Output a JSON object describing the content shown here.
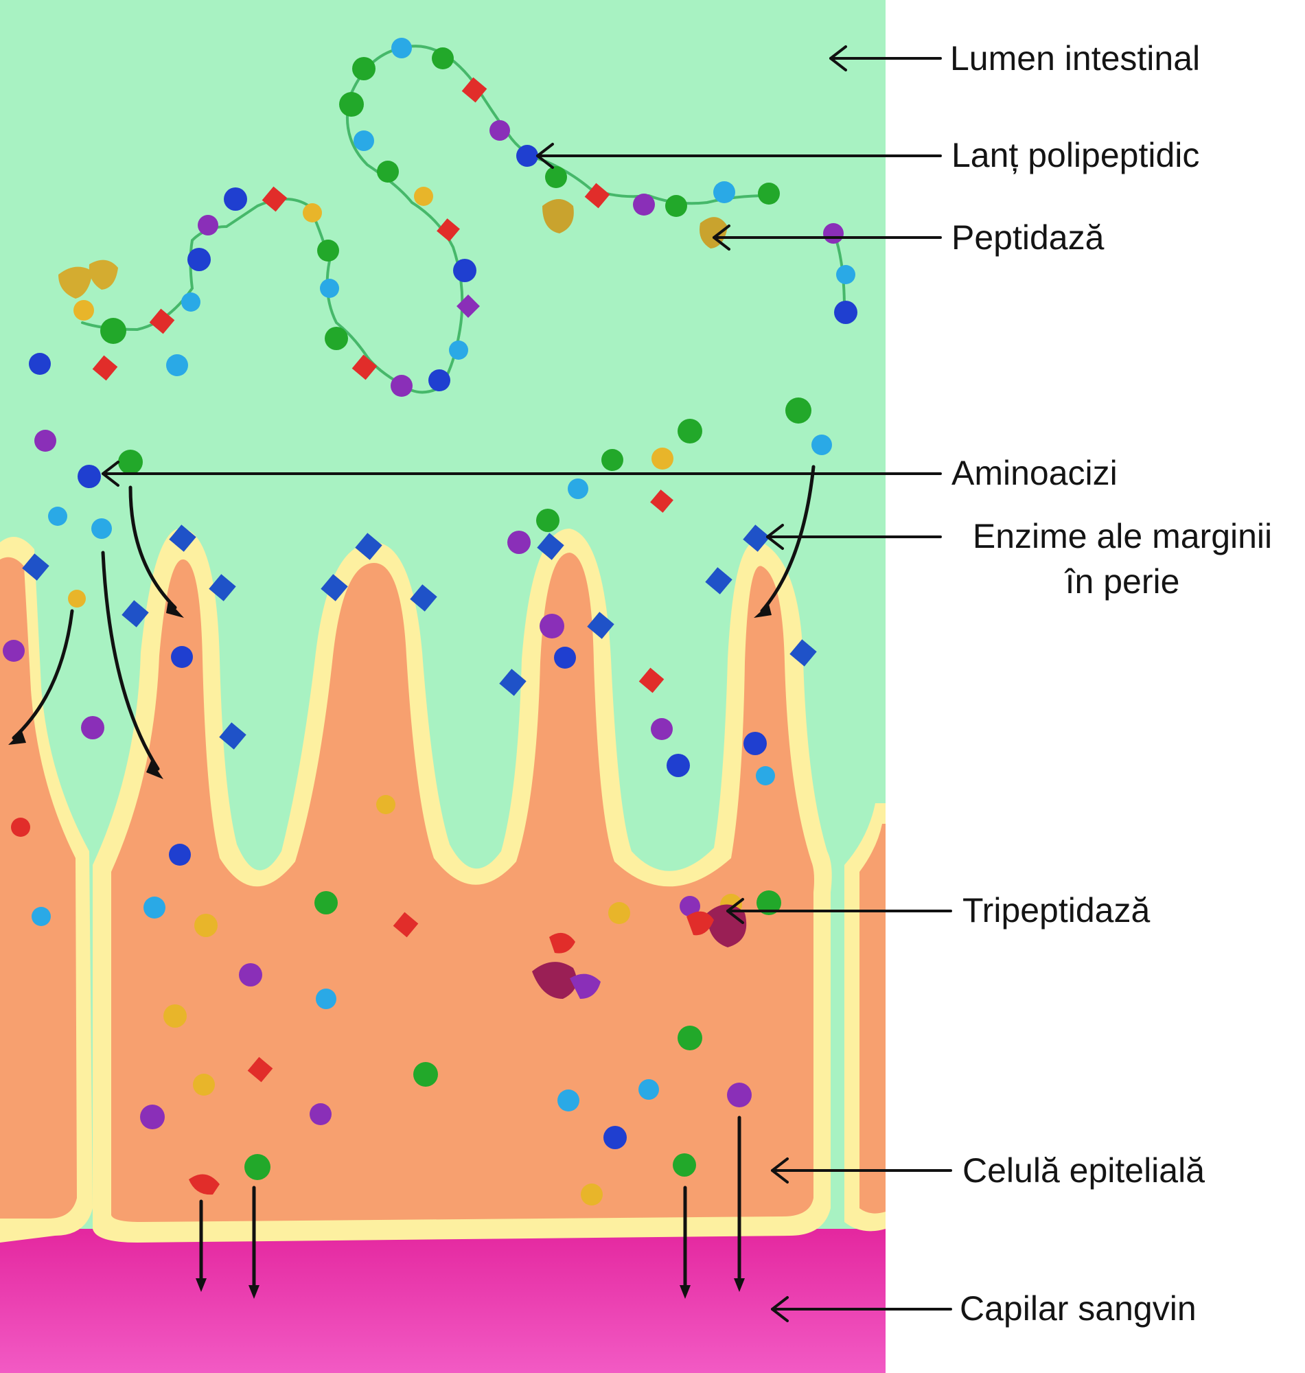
{
  "labels": {
    "lumen": "Lumen intestinal",
    "polypeptide": "Lanț polipeptidic",
    "peptidase": "Peptidază",
    "amino_acids": "Aminoacizi",
    "brush_border_line1": "Enzime ale marginii",
    "brush_border_line2": "în perie",
    "tripeptidase": "Tripeptidază",
    "epithelial_cell": "Celulă epitelială",
    "capillary": "Capilar sangvin"
  },
  "colors": {
    "lumen": "#a8f2c2",
    "cell": "#f7a06f",
    "membrane": "#fdf0a0",
    "capillary": "#ec2fae",
    "amino_green": "#22a82a",
    "amino_blue": "#1f3fd0",
    "amino_cyan": "#2aa9e6",
    "amino_red": "#e12d2a",
    "amino_purple": "#8a2fb8",
    "amino_yellow": "#e8b52a",
    "enzyme_dark": "#9a1f55"
  }
}
